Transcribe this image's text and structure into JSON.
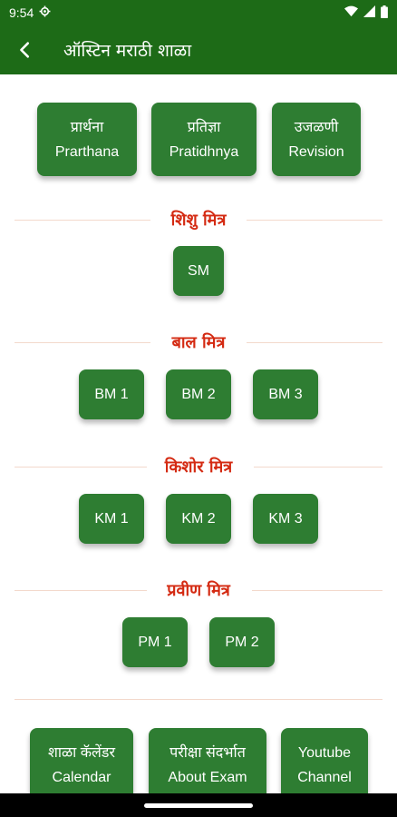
{
  "status_bar": {
    "time": "9:54",
    "icons": [
      "settings-icon",
      "wifi-icon",
      "signal-icon",
      "battery-icon"
    ]
  },
  "app_bar": {
    "title": "ऑस्टिन मराठी शाळा",
    "back_icon": "arrow-back-icon"
  },
  "top_buttons": [
    {
      "line1": "प्रार्थना",
      "line2": "Prarthana"
    },
    {
      "line1": "प्रतिज्ञा",
      "line2": "Pratidhnya"
    },
    {
      "line1": "उजळणी",
      "line2": "Revision"
    }
  ],
  "sections": [
    {
      "title": "शिशु मित्र",
      "buttons": [
        "SM"
      ]
    },
    {
      "title": "बाल मित्र",
      "buttons": [
        "BM 1",
        "BM 2",
        "BM 3"
      ]
    },
    {
      "title": "किशोर मित्र",
      "buttons": [
        "KM 1",
        "KM 2",
        "KM 3"
      ]
    },
    {
      "title": "प्रवीण मित्र",
      "buttons": [
        "PM 1",
        "PM 2"
      ]
    }
  ],
  "bottom_buttons": [
    {
      "line1": "शाळा कॅलेंडर",
      "line2": "Calendar"
    },
    {
      "line1": "परीक्षा संदर्भात",
      "line2": "About Exam"
    },
    {
      "line1": "Youtube",
      "line2": "Channel"
    }
  ],
  "colors": {
    "primary": "#1d6b17",
    "button": "#2e7d32",
    "section_title": "#d42a12",
    "divider": "#f3d9cc"
  }
}
